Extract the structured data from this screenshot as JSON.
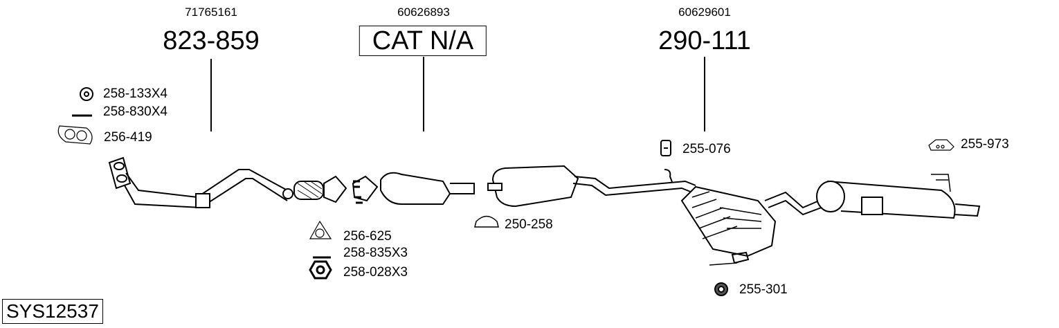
{
  "parts": [
    {
      "oem": "71765161",
      "code": "823-859"
    },
    {
      "oem": "60626893",
      "code": "CAT N/A"
    },
    {
      "oem": "60629601",
      "code": "290-111"
    }
  ],
  "accessories": [
    {
      "code": "258-133X4",
      "icon": "washer-icon"
    },
    {
      "code": "258-830X4",
      "icon": "bolt-icon"
    },
    {
      "code": "256-419",
      "icon": "double-gasket-icon"
    },
    {
      "code": "256-625",
      "icon": "triangle-gasket-icon"
    },
    {
      "code": "258-835X3",
      "icon": "bolt-icon"
    },
    {
      "code": "258-028X3",
      "icon": "nut-icon"
    },
    {
      "code": "250-258",
      "icon": "clamp-icon"
    },
    {
      "code": "255-076",
      "icon": "rubber-hanger-icon"
    },
    {
      "code": "255-973",
      "icon": "mounting-bracket-icon"
    },
    {
      "code": "255-301",
      "icon": "round-hanger-icon"
    }
  ],
  "system_id": "SYS12537"
}
